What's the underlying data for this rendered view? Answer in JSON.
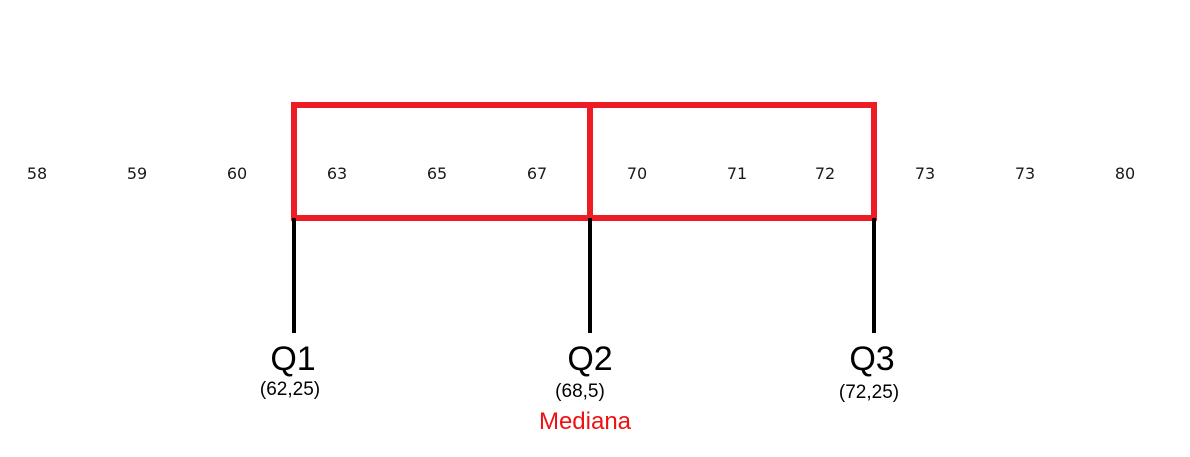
{
  "values": [
    "58",
    "59",
    "60",
    "63",
    "65",
    "67",
    "70",
    "71",
    "72",
    "73",
    "73",
    "80"
  ],
  "quartiles": [
    {
      "label": "Q1",
      "value": "(62,25)"
    },
    {
      "label": "Q2",
      "value": "(68,5)"
    },
    {
      "label": "Q3",
      "value": "(72,25)"
    }
  ],
  "median_label": "Mediana",
  "colors": {
    "box": "#ed1c24",
    "median_text": "#ee1111",
    "line": "#000000",
    "text": "#1a1a1a"
  }
}
